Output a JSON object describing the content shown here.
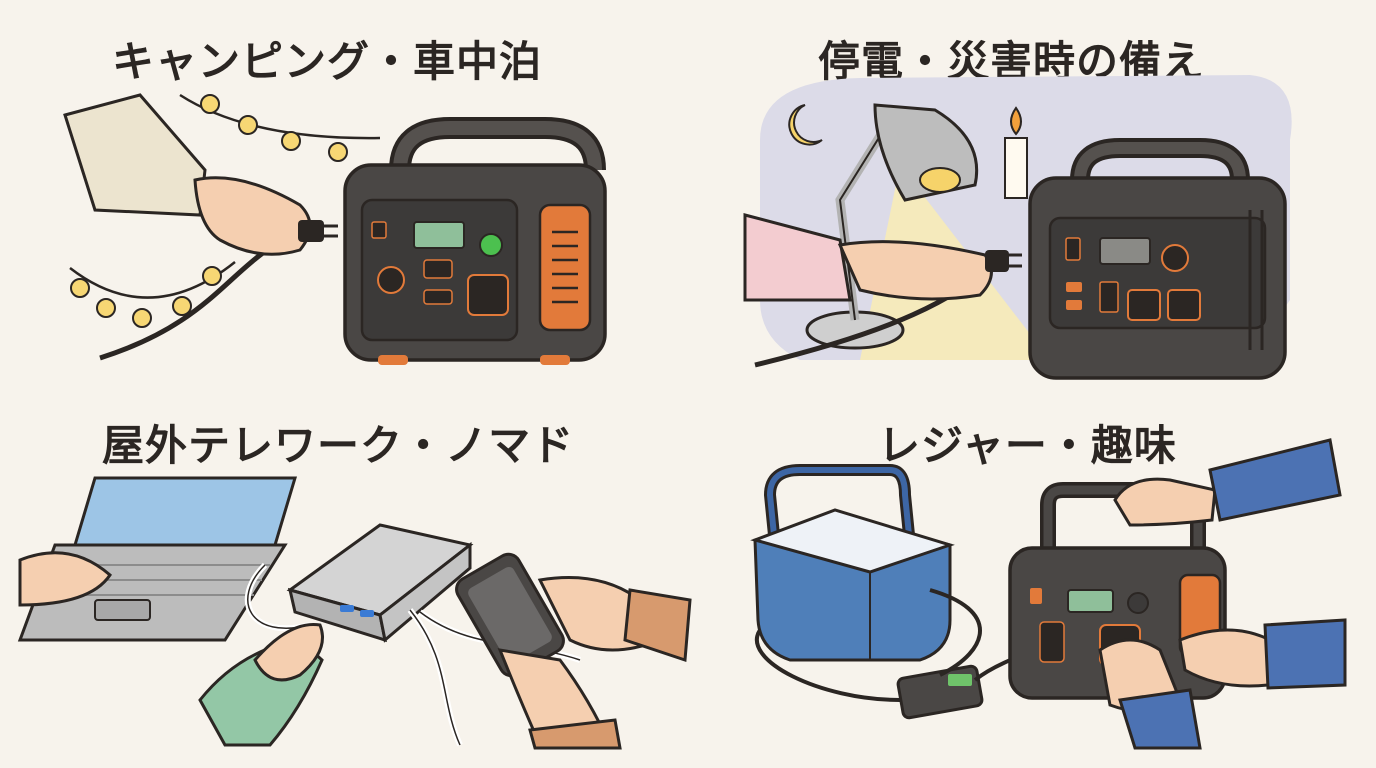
{
  "panels": [
    {
      "id": "camping",
      "title": "キャンピング・車中泊"
    },
    {
      "id": "blackout",
      "title": "停電・災害時の備え"
    },
    {
      "id": "telework",
      "title": "屋外テレワーク・ノマド"
    },
    {
      "id": "leisure",
      "title": "レジャー・趣味"
    }
  ],
  "colors": {
    "background": "#f7f3ec",
    "station_body": "#4a4745",
    "station_accent": "#e27a3a",
    "outline": "#2b2623",
    "cooler_blue": "#4f7fb9",
    "lamp_glow": "#fbedb0",
    "night_sky": "#d9d9e8"
  }
}
